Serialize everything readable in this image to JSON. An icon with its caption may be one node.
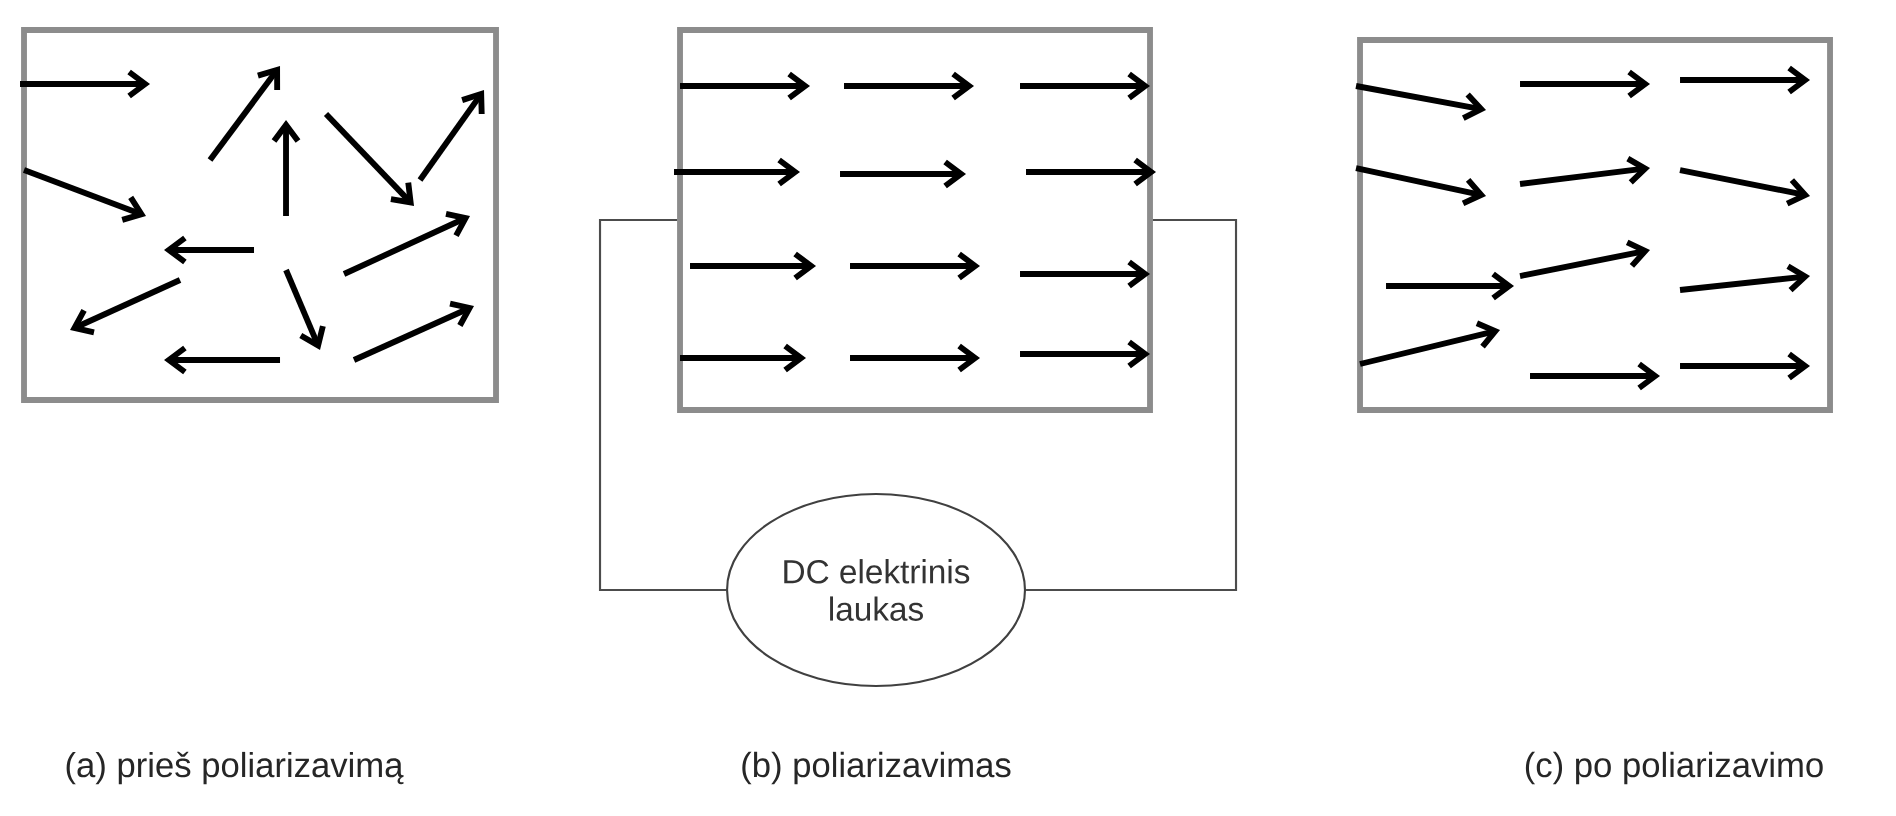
{
  "diagram": {
    "nodes": [
      {
        "text": [],
        "shape": "box"
      },
      {
        "text": [],
        "shape": "box"
      },
      {
        "text": [],
        "shape": "box"
      },
      {
        "text": [
          "DC elektrinis laukas"
        ]
      }
    ],
    "edges": [
      {
        "from": 1,
        "to": 3,
        "arrow": "none"
      },
      {
        "from": 1,
        "to": 3,
        "arrow": "none"
      }
    ],
    "labels": [
      "(a) prieš poliarizavimą",
      "(b) poliarizavimas",
      "(c) po poliarizavimo"
    ]
  }
}
